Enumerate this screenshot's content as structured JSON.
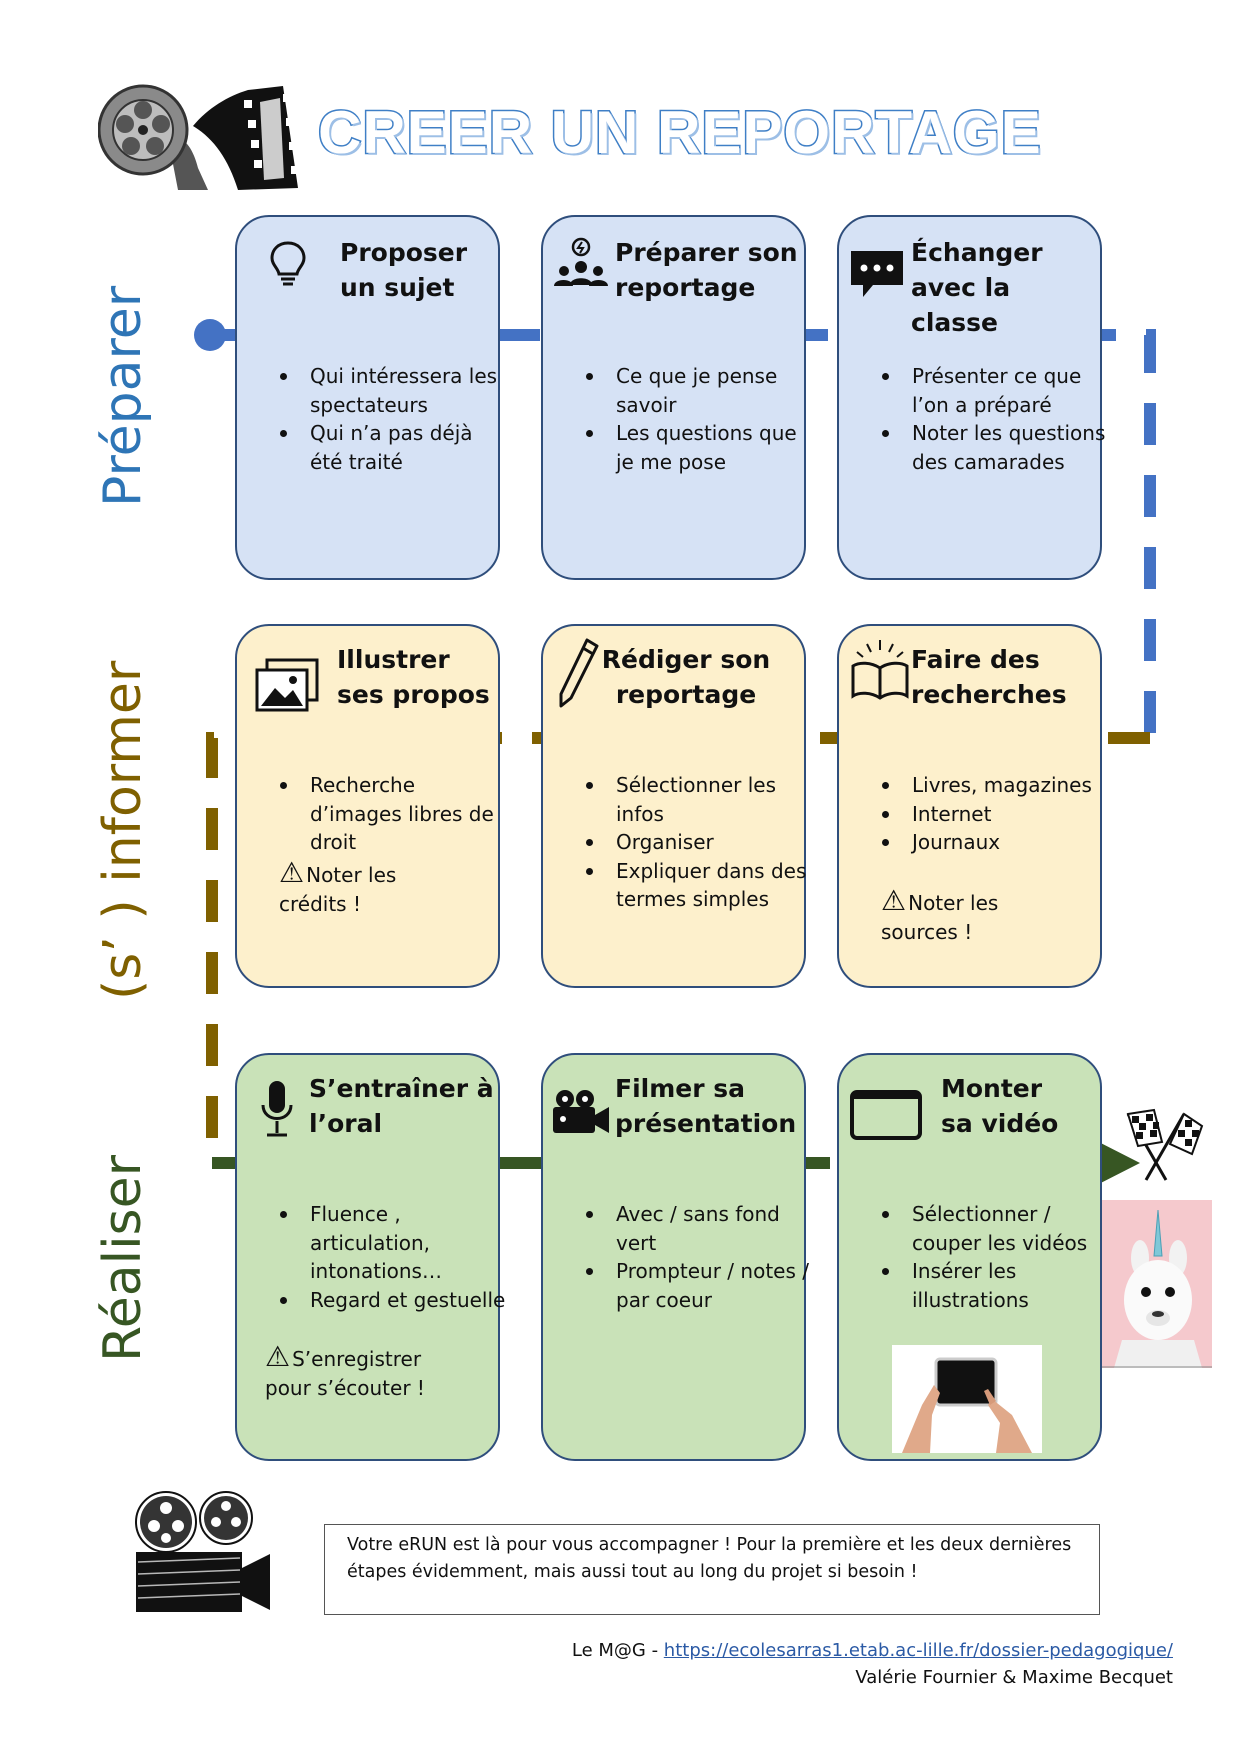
{
  "title": "CREER UN REPORTAGE",
  "stages": {
    "preparer": "Préparer",
    "informer": "(s’ ) informer",
    "realiser": "Réaliser"
  },
  "colors": {
    "preparer": "#4472c4",
    "informer": "#7f6000",
    "realiser": "#375623"
  },
  "cards": [
    {
      "icon": "lightbulb-icon",
      "title": "Proposer\nun sujet",
      "bullets": [
        "Qui intéressera les spectateurs",
        "Qui n’a pas déjà été traité"
      ]
    },
    {
      "icon": "team-idea-icon",
      "title": "Préparer son\nreportage",
      "bullets": [
        "Ce que je pense savoir",
        "Les questions que je me pose"
      ]
    },
    {
      "icon": "chat-bubble-icon",
      "title": "Échanger\navec la classe",
      "bullets": [
        "Présenter ce que l’on a préparé",
        "Noter les questions des camarades"
      ]
    },
    {
      "icon": "images-icon",
      "title": "Illustrer\nses propos",
      "bullets": [
        "Recherche d’images libres de droit"
      ],
      "warning": "Noter les\ncrédits !"
    },
    {
      "icon": "pencil-icon",
      "title": "Rédiger son\nreportage",
      "bullets": [
        "Sélectionner les infos",
        "Organiser",
        "Expliquer dans des termes simples"
      ]
    },
    {
      "icon": "open-book-icon",
      "title": "Faire des\nrecherches",
      "bullets": [
        "Livres, magazines",
        "Internet",
        "Journaux"
      ],
      "warning": "Noter les\nsources !"
    },
    {
      "icon": "microphone-icon",
      "title": "S’entraîner à\nl’oral",
      "bullets": [
        "Fluence , articulation, intonations…",
        "Regard et gestuelle"
      ],
      "warning": "S’enregistrer\npour s’écouter !"
    },
    {
      "icon": "video-camera-icon",
      "title": "Filmer sa\nprésentation",
      "bullets": [
        "Avec / sans fond vert",
        "Prompteur / notes / par coeur"
      ]
    },
    {
      "icon": "tablet-icon",
      "title": "Monter\nsa vidéo",
      "bullets": [
        "Sélectionner / couper les vidéos",
        "Insérer les illustrations"
      ]
    }
  ],
  "note": "Votre eRUN est là pour vous accompagner ! Pour la première et les deux dernières étapes évidemment, mais aussi tout au long du projet si besoin !",
  "footer": {
    "prefix": "Le M@G - ",
    "url": "https://ecolesarras1.etab.ac-lille.fr/dossier-pedagogique/",
    "authors": "Valérie Fournier & Maxime Becquet"
  }
}
